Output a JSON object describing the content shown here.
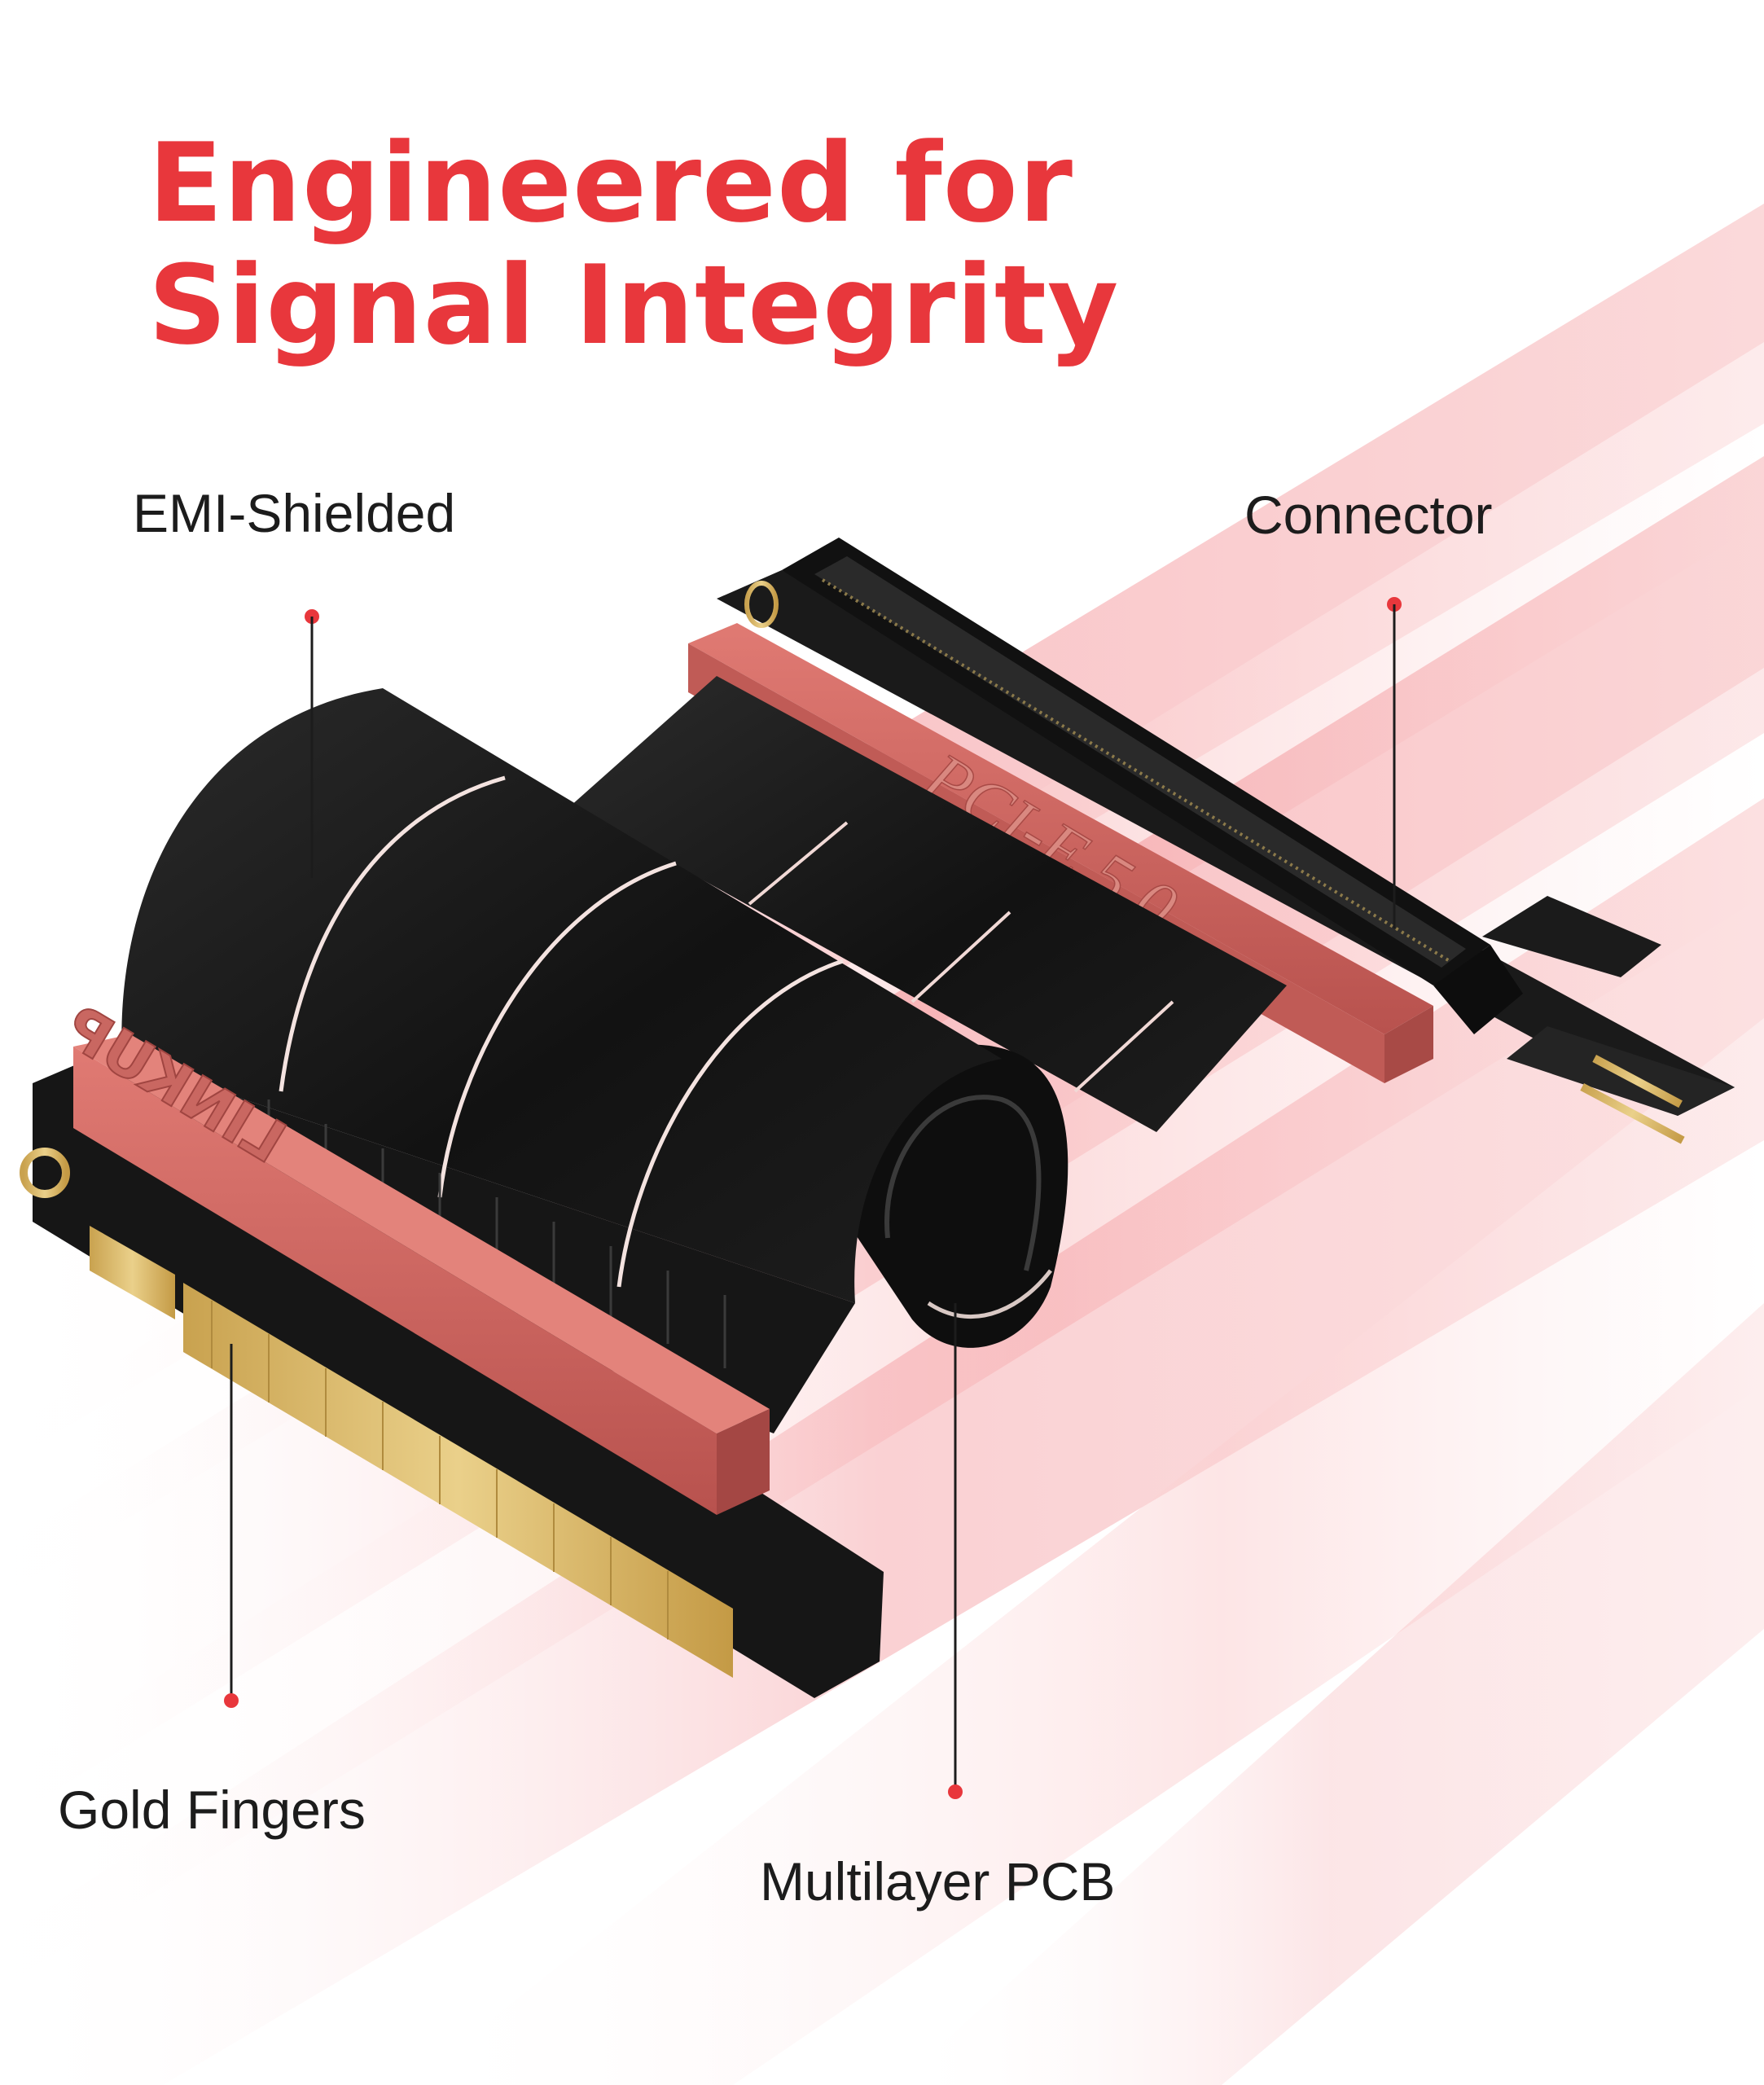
{
  "headline": {
    "line1": "Engineered for",
    "line2": "Signal Integrity"
  },
  "callouts": {
    "emi_shielded": "EMI-Shielded",
    "connector": "Connector",
    "gold_fingers": "Gold Fingers",
    "multilayer_pcb": "Multilayer PCB"
  },
  "product_markings": {
    "connector_label": "PCI-E 5.0",
    "brand_logo": "LINKUP"
  },
  "colors": {
    "accent_red": "#e8373c",
    "text_dark": "#1c1c1c",
    "cable_black": "#141414",
    "housing_pink": "#c9635e",
    "gold": "#d8b96a",
    "background": "#ffffff",
    "light_streak": "#f4a0a4"
  }
}
